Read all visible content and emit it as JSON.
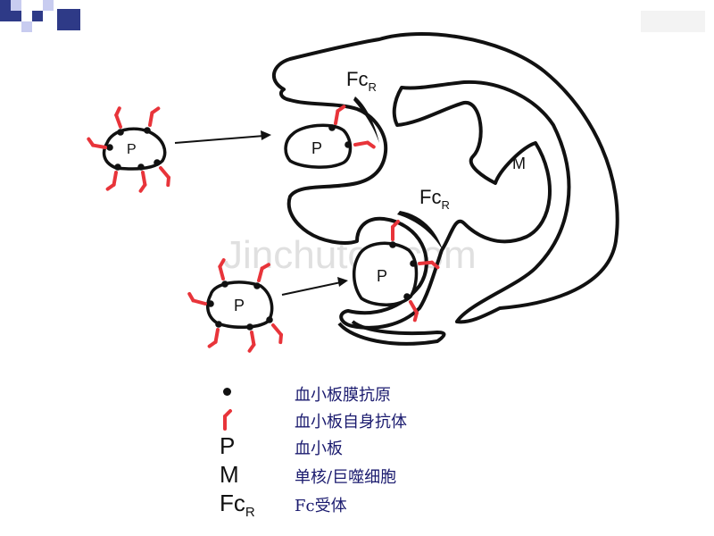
{
  "labels": {
    "fc_r_main": "Fc",
    "fc_r_sub": "R",
    "macrophage": "M",
    "platelet": "P"
  },
  "watermark": "Jinchutou.com",
  "legend": [
    {
      "symbol": "dot",
      "text": "血小板膜抗原"
    },
    {
      "symbol": "antibody",
      "text": "血小板自身抗体"
    },
    {
      "symbol": "P",
      "text": "血小板"
    },
    {
      "symbol": "M",
      "text": "单核/巨噬细胞"
    },
    {
      "symbol": "Fc",
      "symbol_sub": "R",
      "text": "Fc受体"
    }
  ],
  "colors": {
    "outline": "#111111",
    "antibody": "#e8343a",
    "legend_text": "#1a1a6e",
    "corner_squares": "#2e3a87"
  }
}
